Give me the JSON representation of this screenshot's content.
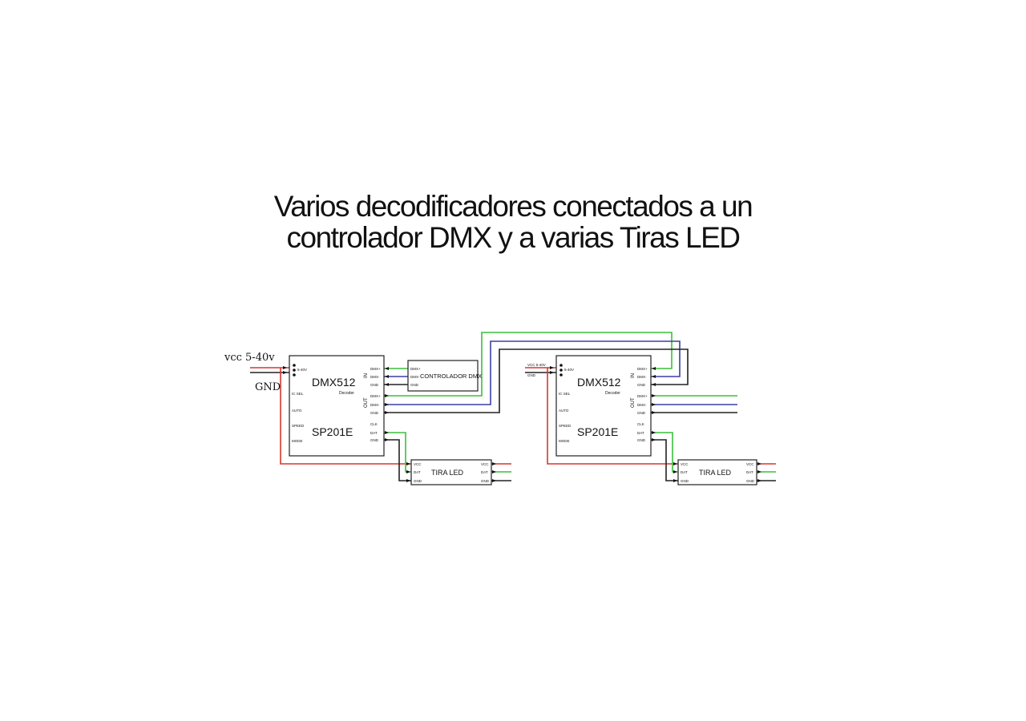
{
  "title": {
    "line1": "Varios decodificadores conectados a un",
    "line2": "controlador DMX y a varias Tiras LED"
  },
  "supply": {
    "vcc": "vcc 5-40v",
    "gnd": "GND"
  },
  "colors": {
    "vcc": "#d9362d",
    "gnd": "#222222",
    "dmx_plus": "#3cbf3c",
    "dmx_minus": "#3a3fa6",
    "dat": "#3cbf3c",
    "box": "#222222"
  },
  "decoder": {
    "model": "DMX512",
    "subtitle": "Decoder",
    "chip": "SP201E",
    "power_pin": "5-40V",
    "left_pins": [
      "IC SEL",
      "AUTO",
      "SPEED",
      "MODE"
    ],
    "in_label": "IN",
    "out_label": "OUT",
    "in_pins": [
      "DMX+",
      "DMX-",
      "GND"
    ],
    "out_pins": [
      "DMX+",
      "DMX-",
      "GND"
    ],
    "bottom_pins": [
      "CLK",
      "DAT",
      "GND"
    ]
  },
  "decoder2_power": {
    "vcc": "VCC 5-40V",
    "gnd": "GND"
  },
  "controller": {
    "label": "CONTROLADOR DMX",
    "pins": [
      "DMX+",
      "DMX-",
      "GND"
    ]
  },
  "strip": {
    "label": "TIRA LED",
    "left_pins": [
      "VCC",
      "DAT",
      "GND"
    ],
    "right_pins": [
      "VCC",
      "DAT",
      "GND"
    ]
  }
}
